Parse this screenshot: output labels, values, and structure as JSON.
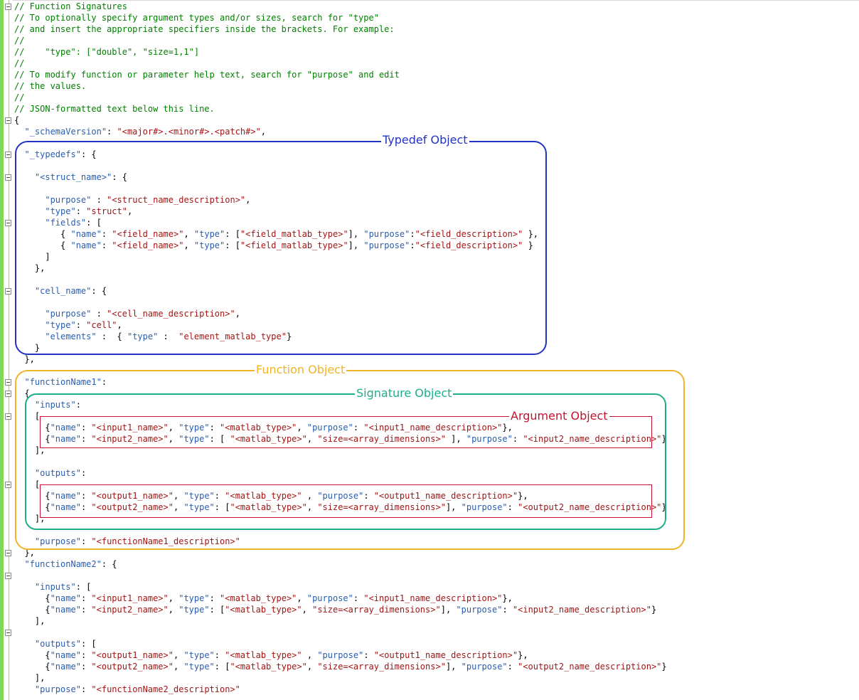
{
  "lines": [
    [
      [
        "c",
        "// Function Signatures"
      ]
    ],
    [
      [
        "c",
        "// To optionally specify argument types and/or sizes, search for \"type\""
      ]
    ],
    [
      [
        "c",
        "// and insert the appropriate specifiers inside the brackets. For example:"
      ]
    ],
    [
      [
        "c",
        "//"
      ]
    ],
    [
      [
        "c",
        "//    \"type\": [\"double\", \"size=1,1\"]"
      ]
    ],
    [
      [
        "c",
        "//"
      ]
    ],
    [
      [
        "c",
        "// To modify function or parameter help text, search for \"purpose\" and edit"
      ]
    ],
    [
      [
        "c",
        "// the values."
      ]
    ],
    [
      [
        "c",
        "//"
      ]
    ],
    [
      [
        "c",
        "// JSON-formatted text below this line."
      ]
    ],
    [
      [
        "p",
        "{"
      ]
    ],
    [
      [
        "p",
        "  "
      ],
      [
        "k",
        "\"_schemaVersion\""
      ],
      [
        "p",
        ": "
      ],
      [
        "s",
        "\"<major#>.<minor#>.<patch#>\""
      ],
      [
        "p",
        ","
      ]
    ],
    [],
    [
      [
        "p",
        "  "
      ],
      [
        "k",
        "\"_typedefs\""
      ],
      [
        "p",
        ": {"
      ]
    ],
    [],
    [
      [
        "p",
        "    "
      ],
      [
        "k",
        "\"<struct_name>\""
      ],
      [
        "p",
        ": {"
      ]
    ],
    [],
    [
      [
        "p",
        "      "
      ],
      [
        "k",
        "\"purpose\""
      ],
      [
        "p",
        " : "
      ],
      [
        "s",
        "\"<struct_name_description>\""
      ],
      [
        "p",
        ","
      ]
    ],
    [
      [
        "p",
        "      "
      ],
      [
        "k",
        "\"type\""
      ],
      [
        "p",
        ": "
      ],
      [
        "s",
        "\"struct\""
      ],
      [
        "p",
        ","
      ]
    ],
    [
      [
        "p",
        "      "
      ],
      [
        "k",
        "\"fields\""
      ],
      [
        "p",
        ": ["
      ]
    ],
    [
      [
        "p",
        "         { "
      ],
      [
        "k",
        "\"name\""
      ],
      [
        "p",
        ": "
      ],
      [
        "s",
        "\"<field_name>\""
      ],
      [
        "p",
        ", "
      ],
      [
        "k",
        "\"type\""
      ],
      [
        "p",
        ": ["
      ],
      [
        "s",
        "\"<field_matlab_type>\""
      ],
      [
        "p",
        "], "
      ],
      [
        "k",
        "\"purpose\""
      ],
      [
        "p",
        ":"
      ],
      [
        "s",
        "\"<field_description>\""
      ],
      [
        "p",
        " },"
      ]
    ],
    [
      [
        "p",
        "         { "
      ],
      [
        "k",
        "\"name\""
      ],
      [
        "p",
        ": "
      ],
      [
        "s",
        "\"<field_name>\""
      ],
      [
        "p",
        ", "
      ],
      [
        "k",
        "\"type\""
      ],
      [
        "p",
        ": ["
      ],
      [
        "s",
        "\"<field_matlab_type>\""
      ],
      [
        "p",
        "], "
      ],
      [
        "k",
        "\"purpose\""
      ],
      [
        "p",
        ":"
      ],
      [
        "s",
        "\"<field_description>\""
      ],
      [
        "p",
        " }"
      ]
    ],
    [
      [
        "p",
        "      ]"
      ]
    ],
    [
      [
        "p",
        "    },"
      ]
    ],
    [],
    [
      [
        "p",
        "    "
      ],
      [
        "k",
        "\"cell_name\""
      ],
      [
        "p",
        ": {"
      ]
    ],
    [],
    [
      [
        "p",
        "      "
      ],
      [
        "k",
        "\"purpose\""
      ],
      [
        "p",
        " : "
      ],
      [
        "s",
        "\"<cell_name_description>\""
      ],
      [
        "p",
        ","
      ]
    ],
    [
      [
        "p",
        "      "
      ],
      [
        "k",
        "\"type\""
      ],
      [
        "p",
        ": "
      ],
      [
        "s",
        "\"cell\""
      ],
      [
        "p",
        ","
      ]
    ],
    [
      [
        "p",
        "      "
      ],
      [
        "k",
        "\"elements\""
      ],
      [
        "p",
        " :  { "
      ],
      [
        "k",
        "\"type\""
      ],
      [
        "p",
        " :  "
      ],
      [
        "s",
        "\"element_matlab_type\""
      ],
      [
        "p",
        "}"
      ]
    ],
    [
      [
        "p",
        "    }"
      ]
    ],
    [
      [
        "p",
        "  },"
      ]
    ],
    [],
    [
      [
        "p",
        "  "
      ],
      [
        "k",
        "\"functionName1\""
      ],
      [
        "p",
        ":"
      ]
    ],
    [
      [
        "p",
        "  {"
      ]
    ],
    [
      [
        "p",
        "    "
      ],
      [
        "k",
        "\"inputs\""
      ],
      [
        "p",
        ":"
      ]
    ],
    [
      [
        "p",
        "    ["
      ]
    ],
    [
      [
        "p",
        "      {"
      ],
      [
        "k",
        "\"name\""
      ],
      [
        "p",
        ": "
      ],
      [
        "s",
        "\"<input1_name>\""
      ],
      [
        "p",
        ", "
      ],
      [
        "k",
        "\"type\""
      ],
      [
        "p",
        ": "
      ],
      [
        "s",
        "\"<matlab_type>\""
      ],
      [
        "p",
        ", "
      ],
      [
        "k",
        "\"purpose\""
      ],
      [
        "p",
        ": "
      ],
      [
        "s",
        "\"<input1_name_description>\""
      ],
      [
        "p",
        "},"
      ]
    ],
    [
      [
        "p",
        "      {"
      ],
      [
        "k",
        "\"name\""
      ],
      [
        "p",
        ": "
      ],
      [
        "s",
        "\"<input2_name>\""
      ],
      [
        "p",
        ", "
      ],
      [
        "k",
        "\"type\""
      ],
      [
        "p",
        ": [ "
      ],
      [
        "s",
        "\"<matlab_type>\""
      ],
      [
        "p",
        ", "
      ],
      [
        "s",
        "\"size=<array_dimensions>\""
      ],
      [
        "p",
        " ], "
      ],
      [
        "k",
        "\"purpose\""
      ],
      [
        "p",
        ": "
      ],
      [
        "s",
        "\"<input2_name_description>\""
      ],
      [
        "p",
        "}"
      ]
    ],
    [
      [
        "p",
        "    ],"
      ]
    ],
    [],
    [
      [
        "p",
        "    "
      ],
      [
        "k",
        "\"outputs\""
      ],
      [
        "p",
        ":"
      ]
    ],
    [
      [
        "p",
        "    ["
      ]
    ],
    [
      [
        "p",
        "      {"
      ],
      [
        "k",
        "\"name\""
      ],
      [
        "p",
        ": "
      ],
      [
        "s",
        "\"<output1_name>\""
      ],
      [
        "p",
        ", "
      ],
      [
        "k",
        "\"type\""
      ],
      [
        "p",
        ": "
      ],
      [
        "s",
        "\"<matlab_type>\""
      ],
      [
        "p",
        " , "
      ],
      [
        "k",
        "\"purpose\""
      ],
      [
        "p",
        ": "
      ],
      [
        "s",
        "\"<output1_name_description>\""
      ],
      [
        "p",
        "},"
      ]
    ],
    [
      [
        "p",
        "      {"
      ],
      [
        "k",
        "\"name\""
      ],
      [
        "p",
        ": "
      ],
      [
        "s",
        "\"<output2_name>\""
      ],
      [
        "p",
        ", "
      ],
      [
        "k",
        "\"type\""
      ],
      [
        "p",
        ": ["
      ],
      [
        "s",
        "\"<matlab_type>\""
      ],
      [
        "p",
        ", "
      ],
      [
        "s",
        "\"size=<array_dimensions>\""
      ],
      [
        "p",
        "], "
      ],
      [
        "k",
        "\"purpose\""
      ],
      [
        "p",
        ": "
      ],
      [
        "s",
        "\"<output2_name_description>\""
      ],
      [
        "p",
        "}"
      ]
    ],
    [
      [
        "p",
        "    ],"
      ]
    ],
    [],
    [
      [
        "p",
        "    "
      ],
      [
        "k",
        "\"purpose\""
      ],
      [
        "p",
        ": "
      ],
      [
        "s",
        "\"<functionName1_description>\""
      ]
    ],
    [
      [
        "p",
        "  },"
      ]
    ],
    [
      [
        "p",
        "  "
      ],
      [
        "k",
        "\"functionName2\""
      ],
      [
        "p",
        ": {"
      ]
    ],
    [],
    [
      [
        "p",
        "    "
      ],
      [
        "k",
        "\"inputs\""
      ],
      [
        "p",
        ": ["
      ]
    ],
    [
      [
        "p",
        "      {"
      ],
      [
        "k",
        "\"name\""
      ],
      [
        "p",
        ": "
      ],
      [
        "s",
        "\"<input1_name>\""
      ],
      [
        "p",
        ", "
      ],
      [
        "k",
        "\"type\""
      ],
      [
        "p",
        ": "
      ],
      [
        "s",
        "\"<matlab_type>\""
      ],
      [
        "p",
        ", "
      ],
      [
        "k",
        "\"purpose\""
      ],
      [
        "p",
        ": "
      ],
      [
        "s",
        "\"<input1_name_description>\""
      ],
      [
        "p",
        "},"
      ]
    ],
    [
      [
        "p",
        "      {"
      ],
      [
        "k",
        "\"name\""
      ],
      [
        "p",
        ": "
      ],
      [
        "s",
        "\"<input2_name>\""
      ],
      [
        "p",
        ", "
      ],
      [
        "k",
        "\"type\""
      ],
      [
        "p",
        ": ["
      ],
      [
        "s",
        "\"<matlab_type>\""
      ],
      [
        "p",
        ", "
      ],
      [
        "s",
        "\"size=<array_dimensions>\""
      ],
      [
        "p",
        "], "
      ],
      [
        "k",
        "\"purpose\""
      ],
      [
        "p",
        ": "
      ],
      [
        "s",
        "\"<input2_name_description>\""
      ],
      [
        "p",
        "}"
      ]
    ],
    [
      [
        "p",
        "    ],"
      ]
    ],
    [],
    [
      [
        "p",
        "    "
      ],
      [
        "k",
        "\"outputs\""
      ],
      [
        "p",
        ": ["
      ]
    ],
    [
      [
        "p",
        "      {"
      ],
      [
        "k",
        "\"name\""
      ],
      [
        "p",
        ": "
      ],
      [
        "s",
        "\"<output1_name>\""
      ],
      [
        "p",
        ", "
      ],
      [
        "k",
        "\"type\""
      ],
      [
        "p",
        ": "
      ],
      [
        "s",
        "\"<matlab_type>\""
      ],
      [
        "p",
        " , "
      ],
      [
        "k",
        "\"purpose\""
      ],
      [
        "p",
        ": "
      ],
      [
        "s",
        "\"<output1_name_description>\""
      ],
      [
        "p",
        "},"
      ]
    ],
    [
      [
        "p",
        "      {"
      ],
      [
        "k",
        "\"name\""
      ],
      [
        "p",
        ": "
      ],
      [
        "s",
        "\"<output2_name>\""
      ],
      [
        "p",
        ", "
      ],
      [
        "k",
        "\"type\""
      ],
      [
        "p",
        ": ["
      ],
      [
        "s",
        "\"<matlab_type>\""
      ],
      [
        "p",
        ", "
      ],
      [
        "s",
        "\"size=<array_dimensions>\""
      ],
      [
        "p",
        "], "
      ],
      [
        "k",
        "\"purpose\""
      ],
      [
        "p",
        ": "
      ],
      [
        "s",
        "\"<output2_name_description>\""
      ],
      [
        "p",
        "}"
      ]
    ],
    [
      [
        "p",
        "    ],"
      ]
    ],
    [
      [
        "p",
        "    "
      ],
      [
        "k",
        "\"purpose\""
      ],
      [
        "p",
        ": "
      ],
      [
        "s",
        "\"<functionName2_description>\""
      ]
    ]
  ],
  "fold_lines": [
    0,
    10,
    13,
    15,
    19,
    25,
    33,
    34,
    36,
    42,
    48,
    50,
    55
  ],
  "annotations": {
    "typedef_label": "Typedef Object",
    "function_label": "Function Object",
    "signature_label": "Signature Object",
    "argument_label": "Argument Object"
  },
  "colors": {
    "comment": "#008000",
    "key": "#2a5db0",
    "string": "#a31515",
    "typedef": "#2233c2",
    "function": "#f0b429",
    "signature": "#1fae8a",
    "argument": "#c8102e"
  }
}
